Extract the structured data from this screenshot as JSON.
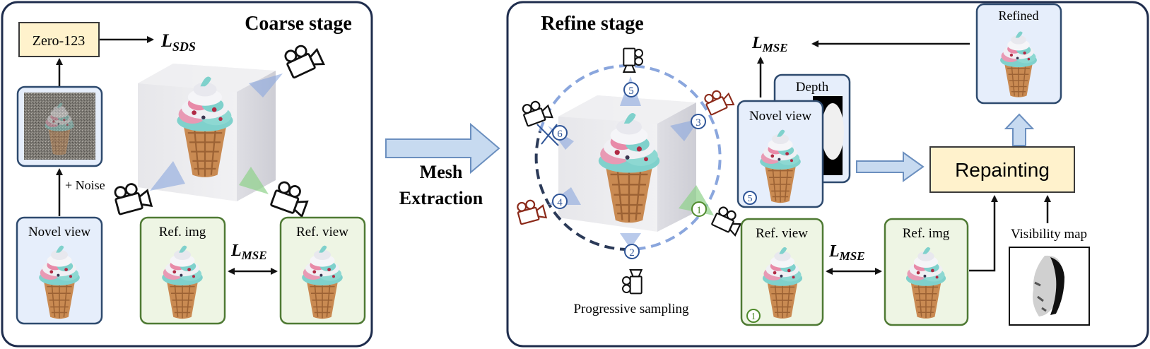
{
  "coarse": {
    "title": "Coarse stage",
    "zero123": "Zero-123",
    "loss_sds_main": "L",
    "loss_sds_sub": "SDS",
    "noise_label": "+ Noise",
    "novel_view": "Novel view",
    "ref_img": "Ref. img",
    "ref_view": "Ref. view",
    "loss_mse_main": "L",
    "loss_mse_sub": "MSE"
  },
  "middle": {
    "line1": "Mesh",
    "line2": "Extraction"
  },
  "refine": {
    "title": "Refine stage",
    "progressive": "Progressive sampling",
    "markers": [
      "1",
      "2",
      "3",
      "4",
      "5",
      "6"
    ],
    "loss_top_main": "L",
    "loss_top_sub": "MSE",
    "depth": "Depth",
    "novel_view": "Novel view",
    "novel_marker": "5",
    "refined": "Refined",
    "repainting": "Repainting",
    "ref_view": "Ref. view",
    "ref_view_marker": "1",
    "loss_mid_main": "L",
    "loss_mid_sub": "MSE",
    "ref_img": "Ref. img",
    "visibility": "Visibility map"
  },
  "colors": {
    "panel_border": "#1f2d4d",
    "blue_box_fill": "#e6eefb",
    "blue_box_border": "#2e4a6e",
    "green_box_fill": "#eef5e4",
    "green_box_border": "#4f7a34",
    "yellow_fill": "#fff2cc",
    "yellow_border": "#3a3a3a",
    "flow_arrow_fill": "#c7daf0",
    "flow_arrow_border": "#6b8fbf",
    "marker_blue": "#2f5597",
    "marker_green": "#4f8a2c",
    "camera_red": "#8b2a1a"
  }
}
